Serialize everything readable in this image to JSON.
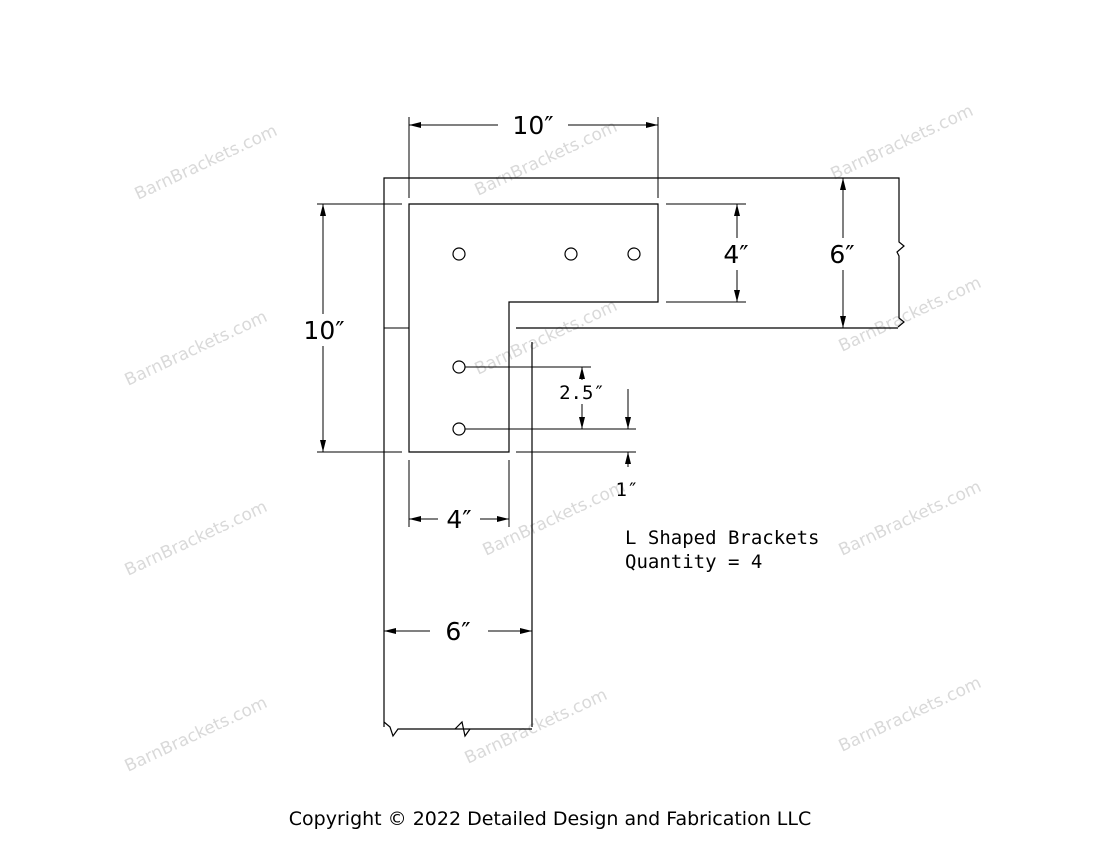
{
  "watermark": "BarnBrackets.com",
  "dimensions": {
    "top_width": "10″",
    "right_inner_height": "4″",
    "right_outer_height": "6″",
    "left_height": "10″",
    "bottom_inner_width": "4″",
    "bottom_outer_width": "6″",
    "hole_spacing": "2.5″",
    "edge_offset": "1″"
  },
  "note": {
    "line1": "L Shaped Brackets",
    "line2": "Quantity = 4"
  },
  "copyright": "Copyright © 2022 Detailed Design and Fabrication LLC"
}
